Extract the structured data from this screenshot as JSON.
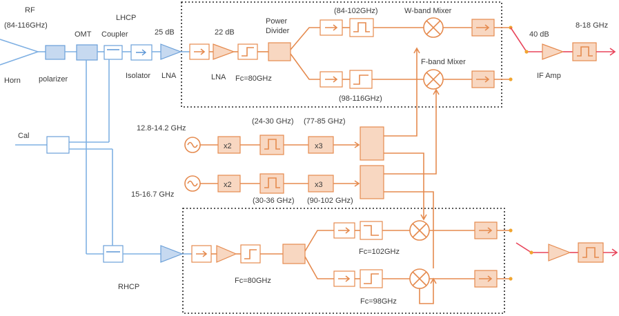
{
  "labels": {
    "rf": "RF",
    "rf_range": "(84-116GHz)",
    "lhcp": "LHCP",
    "omt": "OMT",
    "coupler": "Coupler",
    "gain_25db": "25 dB",
    "gain_22db": "22 dB",
    "power_divider_1": "Power",
    "power_divider_2": "Divider",
    "w_filter_range": "(84-102GHz)",
    "w_mixer": "W-band Mixer",
    "f_mixer": "F-band Mixer",
    "gain_40db": "40 dB",
    "if_range": "8-18 GHz",
    "horn": "Horn",
    "polarizer": "polarizer",
    "isolator": "Isolator",
    "lna_front": "LNA",
    "lna_inner": "LNA",
    "fc_80_top": "Fc=80GHz",
    "f_filter_range": "(98-116GHz)",
    "if_amp": "IF Amp",
    "lo1_freq": "12.8-14.2 GHz",
    "lo1_bpf_range": "(24-30 GHz)",
    "lo1_out_range": "(77-85 GHz)",
    "cal": "Cal",
    "x2_a": "x2",
    "x3_a": "x3",
    "lo2_freq": "15-16.7 GHz",
    "x2_b": "x2",
    "x3_b": "x3",
    "lo2_bpf_range": "(30-36 GHz)",
    "lo2_out_range": "(90-102 GHz)",
    "fc_102": "Fc=102GHz",
    "rhcp": "RHCP",
    "fc_80_bottom": "Fc=80GHz",
    "fc_98": "Fc=98GHz"
  },
  "colors": {
    "orange": "#e58a4e",
    "orange_fill": "#f8d7c1",
    "blue": "#7fb0e3",
    "blue_fill": "#c6d9f0",
    "red_arrow": "#e8445a",
    "dot": "#f0a530"
  }
}
